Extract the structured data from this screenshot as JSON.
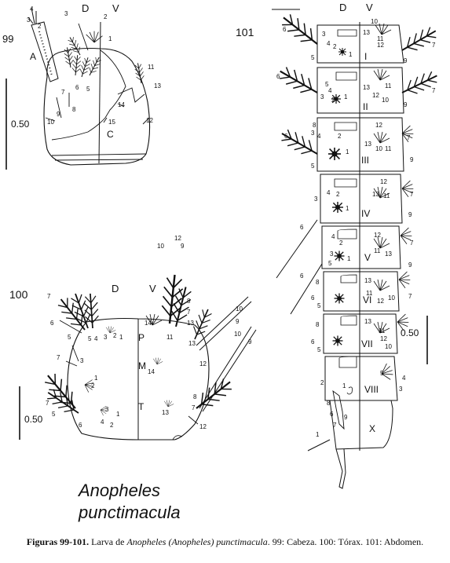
{
  "figure": {
    "panel_99": {
      "number": "99",
      "dorsal": "D",
      "ventral": "V",
      "letter_a": "A",
      "letter_c": "C",
      "scale": "0.50",
      "setae": [
        "1",
        "2",
        "3",
        "4",
        "5",
        "6",
        "7",
        "8",
        "9",
        "10",
        "11",
        "12",
        "13",
        "14",
        "15"
      ]
    },
    "panel_100": {
      "number": "100",
      "dorsal": "D",
      "ventral": "V",
      "prothorax": "P",
      "mesothorax": "M",
      "metathorax": "T",
      "scale": "0.50",
      "setae": [
        "1",
        "2",
        "3",
        "4",
        "5",
        "6",
        "7",
        "8",
        "9",
        "10",
        "11",
        "12",
        "13",
        "14"
      ]
    },
    "panel_101": {
      "number": "101",
      "dorsal": "D",
      "ventral": "V",
      "segments": [
        "I",
        "II",
        "III",
        "IV",
        "V",
        "VI",
        "VII",
        "VIII",
        "X"
      ],
      "scale": "0.50",
      "setae": [
        "1",
        "2",
        "3",
        "4",
        "5",
        "6",
        "7",
        "8",
        "9",
        "10",
        "11",
        "12",
        "13"
      ]
    },
    "species_line1": "Anopheles",
    "species_line2": "punctimacula"
  },
  "caption": {
    "bold": "Figuras 99-101.",
    "text1": " Larva de ",
    "genus_italic": "Anopheles (Anopheles) punctimacula",
    "text2": ". 99: Cabeza. 100: Tórax. 101: Abdomen."
  }
}
